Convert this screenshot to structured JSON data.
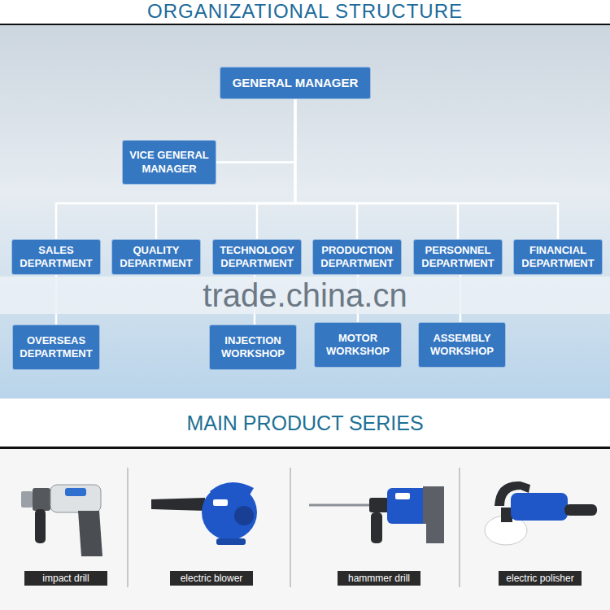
{
  "diagram": {
    "title": "ORGANIZATIONAL STRUCTURE",
    "nodes": [
      {
        "text": [
          "GENERAL MANAGER"
        ]
      },
      {
        "text": [
          "VICE GENERAL MANAGER"
        ]
      },
      {
        "text": [
          "SALES DEPARTMENT"
        ]
      },
      {
        "text": [
          "QUALITY DEPARTMENT"
        ]
      },
      {
        "text": [
          "TECHNOLOGY DEPARTMENT"
        ]
      },
      {
        "text": [
          "PRODUCTION DEPARTMENT"
        ]
      },
      {
        "text": [
          "PERSONNEL DEPARTMENT"
        ]
      },
      {
        "text": [
          "FINANCIAL DEPARTMENT"
        ]
      },
      {
        "text": [
          "OVERSEAS DEPARTMENT"
        ]
      },
      {
        "text": [
          "INJECTION WORKSHOP"
        ]
      },
      {
        "text": [
          "MOTOR WORKSHOP"
        ]
      },
      {
        "text": [
          "ASSEMBLY WORKSHOP"
        ]
      },
      {
        "text": [
          "impact drill"
        ]
      },
      {
        "text": [
          "electric blower"
        ]
      },
      {
        "text": [
          "hammmer drill"
        ]
      },
      {
        "text": [
          "electric polisher"
        ]
      }
    ],
    "edges": [
      {
        "from": 0,
        "to": 1,
        "arrow": "none"
      },
      {
        "from": 0,
        "to": 2,
        "arrow": "none"
      },
      {
        "from": 0,
        "to": 3,
        "arrow": "none"
      },
      {
        "from": 0,
        "to": 4,
        "arrow": "none"
      },
      {
        "from": 0,
        "to": 5,
        "arrow": "none"
      },
      {
        "from": 0,
        "to": 6,
        "arrow": "none"
      },
      {
        "from": 0,
        "to": 7,
        "arrow": "none"
      },
      {
        "from": 2,
        "to": 8,
        "arrow": "none"
      },
      {
        "from": 4,
        "to": 9,
        "arrow": "none"
      },
      {
        "from": 5,
        "to": 10,
        "arrow": "none"
      },
      {
        "from": 6,
        "to": 11,
        "arrow": "none"
      }
    ],
    "labels": [
      "MAIN PRODUCT SERIES",
      "trade.china.cn"
    ]
  }
}
